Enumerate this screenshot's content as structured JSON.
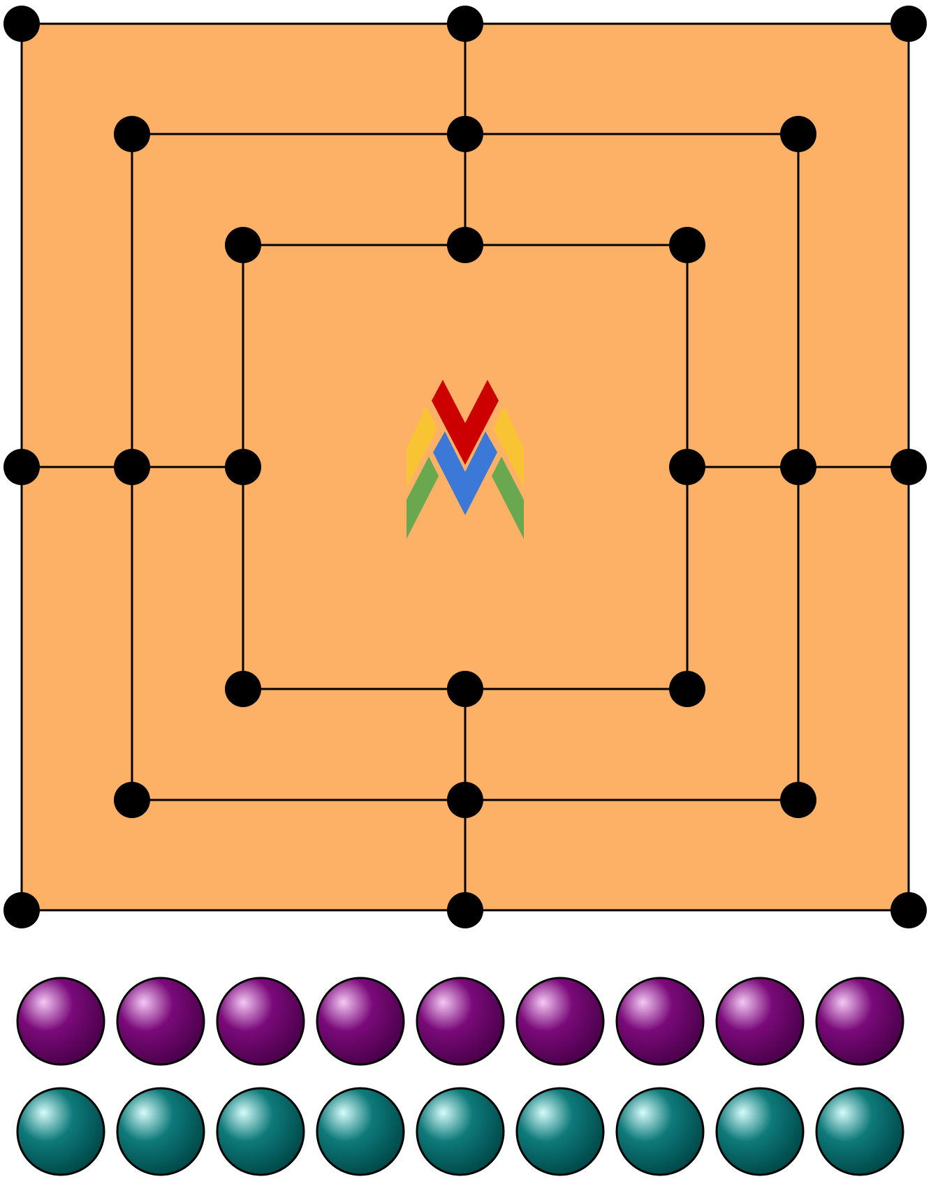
{
  "game": {
    "name": "",
    "board": {
      "fill_color": "#fdb166",
      "line_color": "#000000",
      "point_color": "#000000",
      "rings": 3,
      "points_per_ring": 8,
      "empty_points": 24
    },
    "logo": {
      "name": "mill-game-logo",
      "colors": [
        "#cc0000",
        "#f8c433",
        "#3b78d8",
        "#6aa84f"
      ]
    },
    "reserve": {
      "purple": {
        "name": "purple",
        "count": 9,
        "base_color": "#7a0a7a",
        "highlight_color": "#f4c8f4",
        "dark_color": "#4a004a"
      },
      "teal": {
        "name": "teal",
        "count": 9,
        "base_color": "#0f7a7a",
        "highlight_color": "#d6fbfb",
        "dark_color": "#004848"
      }
    }
  }
}
